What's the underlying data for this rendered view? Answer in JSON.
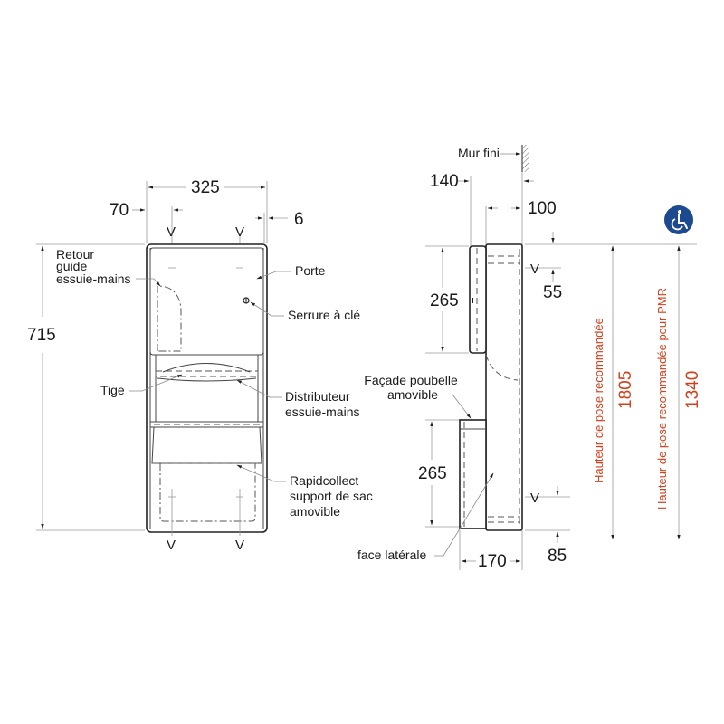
{
  "front_view": {
    "dim_width": "325",
    "dim_left_offset": "70",
    "dim_right_offset": "6",
    "dim_height": "715",
    "v_marks_top": [
      "V",
      "V"
    ],
    "v_marks_bottom": [
      "V",
      "V"
    ],
    "labels": {
      "retour_guide": [
        "Retour",
        "guide",
        "essuie-mains"
      ],
      "porte": "Porte",
      "serrure": "Serrure à clé",
      "tige": "Tige",
      "distributeur": [
        "Distributeur",
        "essuie-mains"
      ],
      "rapidcollect": [
        "Rapidcollect",
        "support de sac",
        "amovible"
      ]
    }
  },
  "side_view": {
    "mur_fini": "Mur fini",
    "dim_depth_total": "140",
    "dim_depth_body": "100",
    "dim_upper_height": "265",
    "dim_lower_height": "265",
    "dim_top_v": "55",
    "dim_bottom_v": "85",
    "dim_bottom_depth": "170",
    "v_marks": [
      "V",
      "V"
    ],
    "labels": {
      "facade": [
        "Façade poubelle",
        "amovible"
      ],
      "face_laterale": "face latérale"
    }
  },
  "install_heights": {
    "accessibility_icon": "wheelchair-icon",
    "accessibility_color": "#1d4a8f",
    "text_color": "#d2411e",
    "recommended": {
      "label": "Hauteur de pose recommandée",
      "value": "1805"
    },
    "pmr": {
      "label": "Hauteur de pose recommandée pour PMR",
      "value": "1340"
    }
  }
}
